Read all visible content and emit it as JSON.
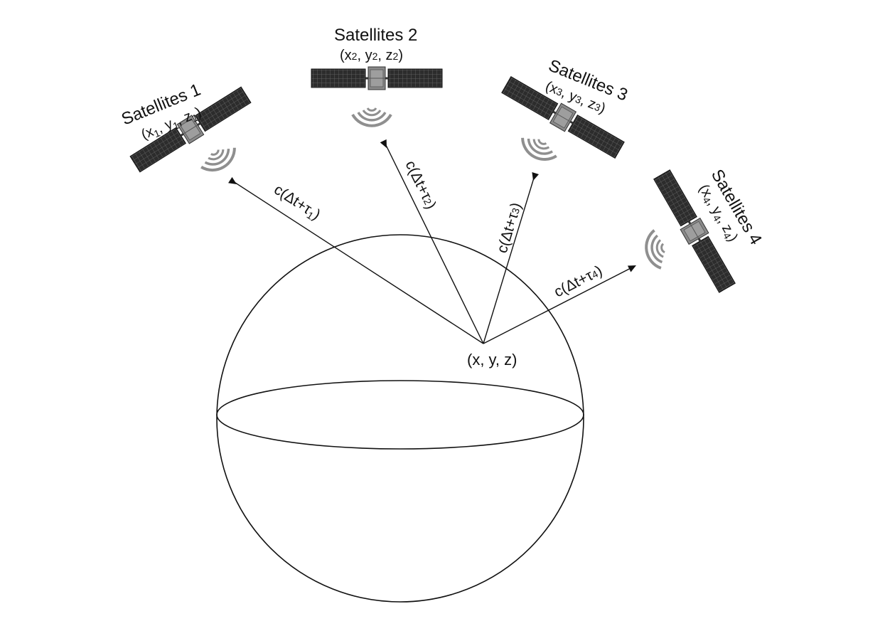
{
  "satellites": [
    {
      "name": "Satellites 1",
      "coord": {
        "x": "x",
        "xs": "1",
        "y": "y",
        "ys": "1",
        "z": "z",
        "zs": "1"
      },
      "path": {
        "pre": "c(Δt+τ",
        "sub": "1",
        "post": ")"
      }
    },
    {
      "name": "Satellites 2",
      "coord": {
        "x": "x",
        "xs": "2",
        "y": "y",
        "ys": "2",
        "z": "z",
        "zs": "2"
      },
      "path": {
        "pre": "c(Δt+τ",
        "sub": "2",
        "post": ")"
      }
    },
    {
      "name": "Satellites 3",
      "coord": {
        "x": "x",
        "xs": "3",
        "y": "y",
        "ys": "3",
        "z": "z",
        "zs": "3"
      },
      "path": {
        "pre": "c(Δt+τ",
        "sub": "3",
        "post": ")"
      }
    },
    {
      "name": "Satellites 4",
      "coord": {
        "x": "x",
        "xs": "4",
        "y": "y",
        "ys": "4",
        "z": "z",
        "zs": "4"
      },
      "path": {
        "pre": "c(Δt+τ",
        "sub": "4",
        "post": ")"
      }
    }
  ],
  "receiver": {
    "label": "(x, y, z)"
  },
  "colors": {
    "line": "#111111",
    "signal": "#8f8f8f",
    "panel": "#2e2e2e",
    "body": "#8a8a8a"
  },
  "icons": [
    "satellite-icon",
    "signal-waves-icon",
    "arrowhead-icon"
  ]
}
